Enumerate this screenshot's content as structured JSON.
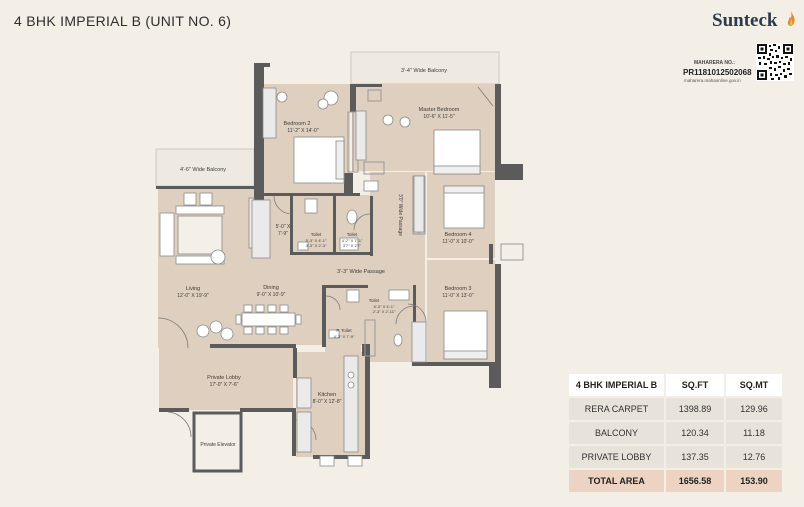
{
  "header": {
    "title": "4 BHK IMPERIAL B (UNIT NO. 6)",
    "brand": "Sunteck",
    "rera_label": "MAHARERA NO.:",
    "rera_number": "PR1181012502068",
    "rera_site": "maharera.mahaonline.gov.in"
  },
  "rooms": {
    "balcony_top": "3'-4\" Wide Balcony",
    "balcony_left": "4'-6\" Wide Balcony",
    "bedroom2_name": "Bedroom 2",
    "bedroom2_dim": "11'-2\" X 14'-0\"",
    "master_name": "Master Bedroom",
    "master_dim": "10'-6\" X 11'-5\"",
    "passage_vertical": "3'0\" Wide Passage",
    "bedroom4_name": "Bedroom 4",
    "bedroom4_dim": "11'-0\" X 10'-0\"",
    "store_dim1": "5'-0\" X",
    "store_dim2": "7'-9\"",
    "toilet1_name": "Toilet",
    "toilet1_dim1": "5'-3\" X 4'-1\"",
    "toilet1_dim2": "3'-3\" X 2'-3\"",
    "toilet2_name": "Toilet",
    "toilet2_dim1": "4'-7\" X 7'-1\"",
    "toilet2_dim2": "3'7\" X 2'7\"",
    "passage_horizontal": "3'-3\" Wide Passage",
    "living_name": "Living",
    "living_dim": "12'-0\" X 19'-9\"",
    "dining_name": "Dining",
    "dining_dim": "9'-0\" X 10'-9\"",
    "toilet3_name": "Toilet",
    "toilet3_dim1": "6'-3\" X 4'-1\"",
    "toilet3_dim2": "2'-3\" X 2'-11\"",
    "bedroom3_name": "Bedroom 3",
    "bedroom3_dim": "11'-0\" X 13'-0\"",
    "ptoilet_name": "P. Toilet",
    "ptoilet_dim": "4'-3\" X 7'-9\"",
    "lobby_name": "Private Lobby",
    "lobby_dim": "17'-0\" X 7'-6\"",
    "kitchen_name": "Kitchen",
    "kitchen_dim": "8'-0\" X 12'-8\"",
    "elevator_name": "Private Elevator"
  },
  "area_table": {
    "headers": [
      "4 BHK IMPERIAL B",
      "SQ.FT",
      "SQ.MT"
    ],
    "rows": [
      [
        "RERA CARPET",
        "1398.89",
        "129.96"
      ],
      [
        "BALCONY",
        "120.34",
        "11.18"
      ],
      [
        "PRIVATE LOBBY",
        "137.35",
        "12.76"
      ]
    ],
    "total": [
      "TOTAL AREA",
      "1656.58",
      "153.90"
    ]
  },
  "colors": {
    "background": "#f3efe7",
    "floor": "#dfcfbe",
    "balcony": "#eeeae2",
    "wall": "#5b5b5b",
    "brand": "#2b3a4e",
    "flame": "#e08a2a",
    "total_row": "#ecd3c2",
    "table_row": "#e7e2da"
  }
}
